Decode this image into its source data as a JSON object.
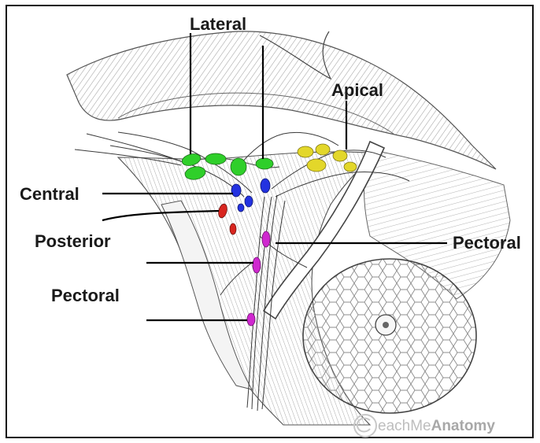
{
  "labels": {
    "lateral": "Lateral",
    "apical": "Apical",
    "central": "Central",
    "posterior": "Posterior",
    "pectoral_right": "Pectoral",
    "pectoral_left": "Pectoral"
  },
  "watermark": {
    "symbol": "©",
    "text_light": "eachMe",
    "text_bold": "Anatomy"
  },
  "node_group_colors": {
    "lateral": "#2fcf2a",
    "apical": "#e3d72a",
    "central": "#2332e0",
    "posterior": "#d8251f",
    "pectoral": "#cf28cf"
  }
}
